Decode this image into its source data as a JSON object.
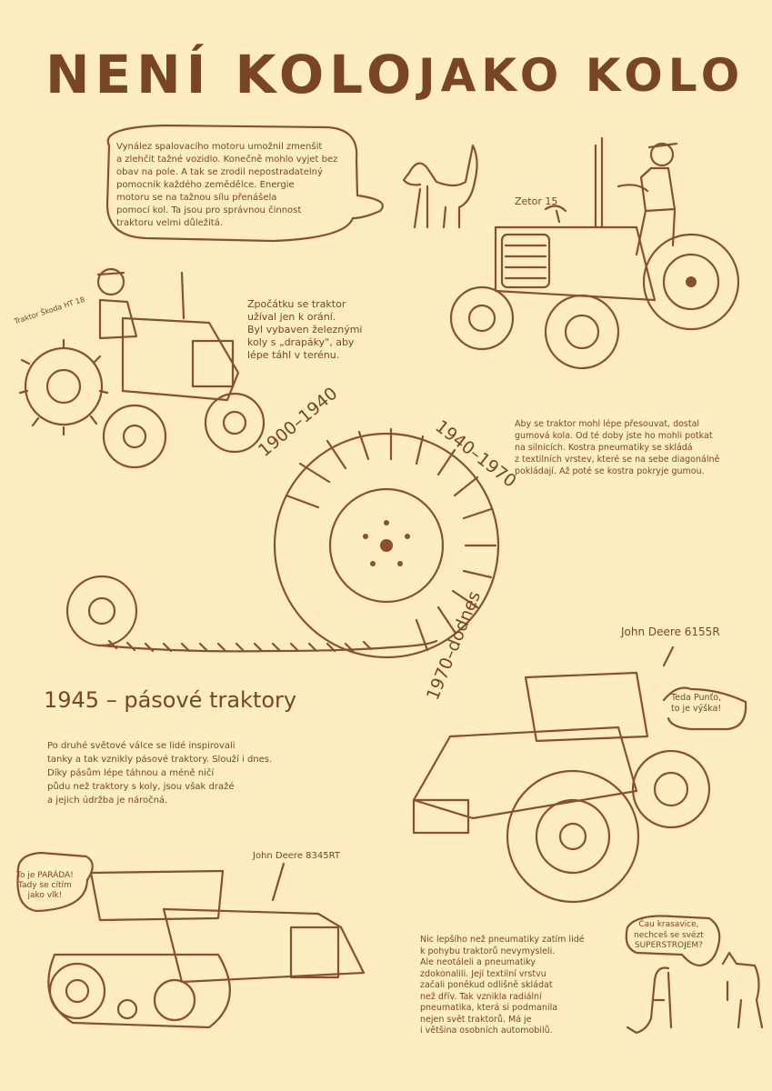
{
  "colors": {
    "background": "#fdedc0",
    "ink": "#8a4f2d"
  },
  "title": {
    "left": "NENÍ KOLO",
    "right": "JAKO KOLO"
  },
  "intro_bubble": "Vynález spalovacího motoru umožnil zmenšit\na zlehčit tažné vozidlo. Konečně mohlo vyjet bez\nobav na pole. A tak se zrodil nepostradatelný\npomocník každého zemědělce. Energie\nmotoru se na tažnou sílu přenášela\npomocí kol. Ta jsou pro správnou činnost\ntraktoru velmi důležitá.",
  "labels": {
    "zetor": "Zetor 15",
    "skoda": "Traktor Škoda HT 18",
    "john_deere_6155r": "John Deere 6155R",
    "john_deere_8345rt": "John Deere 8345RT"
  },
  "texts": {
    "early": "Zpočátku se traktor\nužíval jen k orání.\nByl vybaven železnými\nkoly s „drapáky\", aby\nlépe táhl v terénu.",
    "rubber": "Aby se traktor mohl lépe přesouvat, dostal\ngumová kola. Od té doby jste ho mohli potkat\nna silnicích. Kostra pneumatiky se skládá\nz textilních vrstev, které se na sebe diagonálně\npokládají. Až poté se kostra pokryje gumou.",
    "tracked": "Po druhé světové válce se lidé inspirovali\ntanky a tak vznikly pásové traktory. Slouží i dnes.\nDíky pásům lépe táhnou a méně ničí\npůdu než traktory s koly, jsou však dražé\na jejich údržba je náročná.",
    "radial": "Nic lepšího než pneumatiky zatím lidé\nk pohybu traktorů nevymysleli.\nAle neotáleli a pneumatiky\nzdokonalili. Její textilní vrstvu\nzačali poněkud odlišně skládat\nnež dřív. Tak vznikla radiální\npneumatika, která si podmanila\nnejen svět traktorů. Má je\ni většina osobních automobilů."
  },
  "eras": {
    "e1": "1900–1940",
    "e2": "1940–1970",
    "e3": "1970–dodnes"
  },
  "tracked_heading": "1945 – pásové traktory",
  "speech": {
    "deere_dog": "Teda Punťo,\nto je výška!",
    "tracked_dog": "To je PARÁDA!\nTady se cítím\njako vlk!",
    "dog_ask": "Čau krasavice,\nnechceš se svézt\nSUPERSTROJEM?"
  }
}
